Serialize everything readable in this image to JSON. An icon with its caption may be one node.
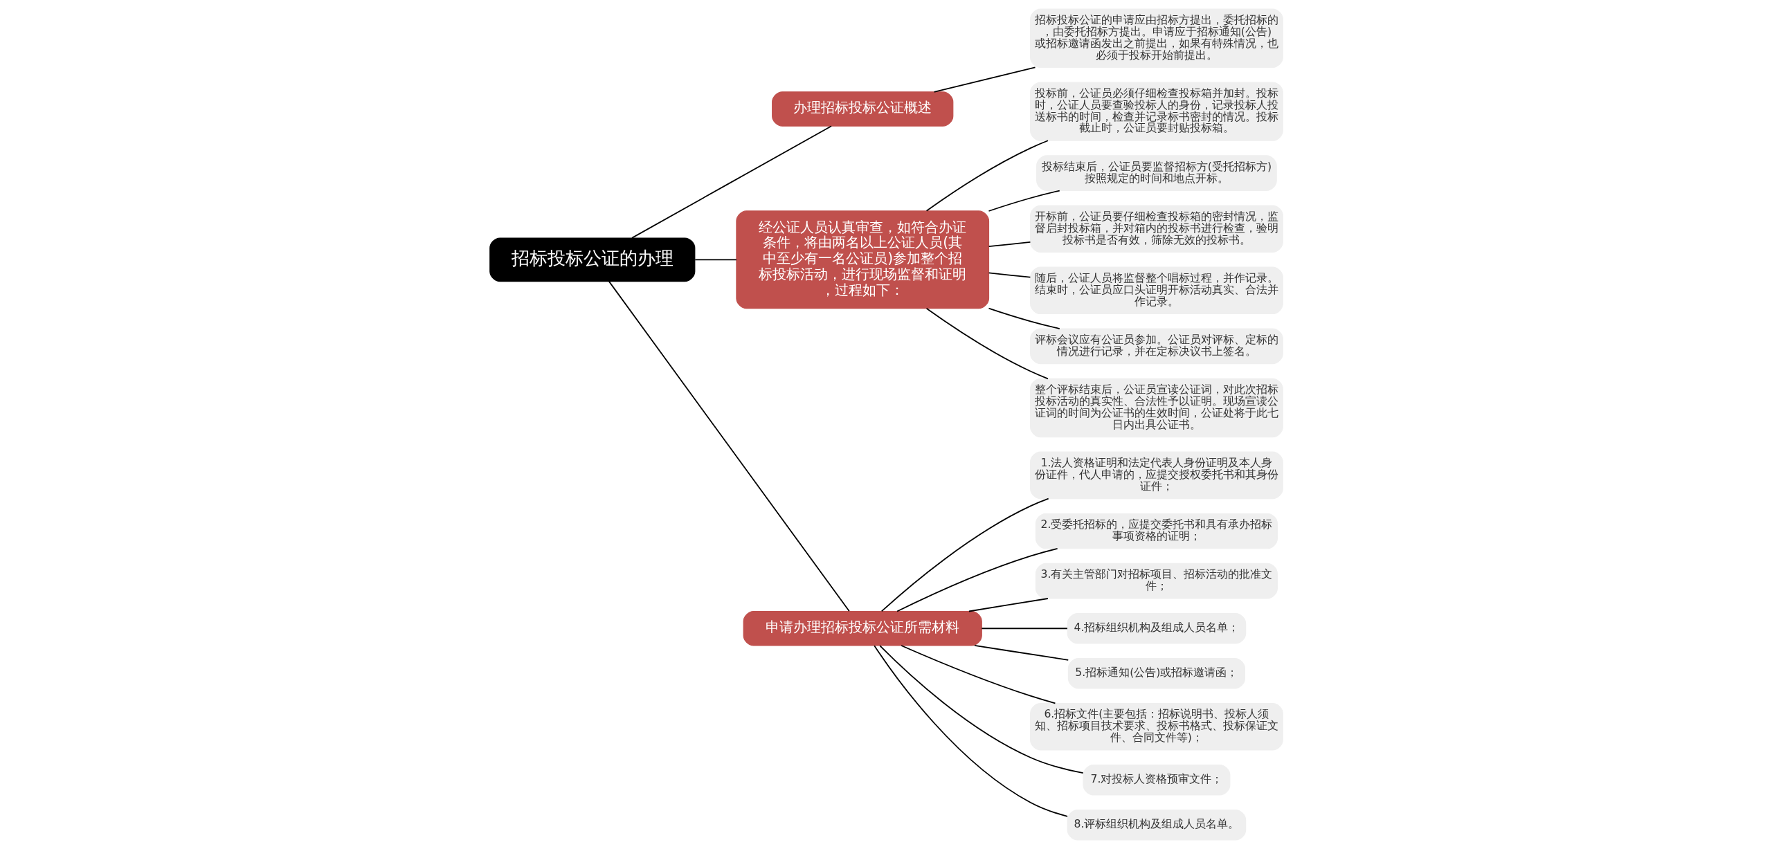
{
  "diagram": {
    "nodes": [
      {
        "text": [
          "招标投标公证的办理"
        ]
      },
      {
        "text": [
          "办理招标投标公证概述"
        ]
      },
      {
        "text": [
          "招标投标公证的申请应由招标方提出，委托招标的，由委托招标方提出。申请应于招标通知(公告)或招标邀请函发出之前提出，如果有特殊情况，也必须于投标开始前提出。"
        ]
      },
      {
        "text": [
          "经公证人员认真审查，如符合办证条件，将由两名以上公证人员(其中至少有一名公证员)参加整个招标投标活动，进行现场监督和证明，过程如下："
        ]
      },
      {
        "text": [
          "投标前，公证员必须仔细检查投标箱并加封。投标时，公证人员要查验投标人的身份，记录投标人投送标书的时间，检查并记录标书密封的情况。投标截止时，公证员要封贴投标箱。"
        ]
      },
      {
        "text": [
          "投标结束后，公证员要监督招标方(受托招标方)按照规定的时间和地点开标。"
        ]
      },
      {
        "text": [
          "开标前，公证员要仔细检查投标箱的密封情况，监督启封投标箱，并对箱内的投标书进行检查，验明投标书是否有效，筛除无效的投标书。"
        ]
      },
      {
        "text": [
          "随后，公证人员将监督整个唱标过程，并作记录。结束时，公证员应口头证明开标活动真实、合法并作记录。"
        ]
      },
      {
        "text": [
          "评标会议应有公证员参加。公证员对评标、定标的情况进行记录，并在定标决议书上签名。"
        ]
      },
      {
        "text": [
          "整个评标结束后，公证员宣读公证词，对此次招标投标活动的真实性、合法性予以证明。现场宣读公证词的时间为公证书的生效时间，公证处将于此七日内出具公证书。"
        ]
      },
      {
        "text": [
          "申请办理招标投标公证所需材料"
        ]
      },
      {
        "text": [
          "1.法人资格证明和法定代表人身份证明及本人身份证件，代人申请的，应提交授权委托书和其身份证件；"
        ]
      },
      {
        "text": [
          "2.受委托招标的，应提交委托书和具有承办招标事项资格的证明；"
        ]
      },
      {
        "text": [
          "3.有关主管部门对招标项目、招标活动的批准文件；"
        ]
      },
      {
        "text": [
          "4.招标组织机构及组成人员名单；"
        ]
      },
      {
        "text": [
          "5.招标通知(公告)或招标邀请函；"
        ]
      },
      {
        "text": [
          "6.招标文件(主要包括：招标说明书、投标人须知、招标项目技术要求、投标书格式、投标保证文件、合同文件等)；"
        ]
      },
      {
        "text": [
          "7.对投标人资格预审文件；"
        ]
      },
      {
        "text": [
          "8.评标组织机构及组成人员名单。"
        ]
      }
    ],
    "edges": [
      {
        "from": 0,
        "to": 1,
        "arrow": "none"
      },
      {
        "from": 1,
        "to": 2,
        "arrow": "none"
      },
      {
        "from": 0,
        "to": 3,
        "arrow": "none"
      },
      {
        "from": 3,
        "to": 4,
        "arrow": "none"
      },
      {
        "from": 3,
        "to": 5,
        "arrow": "none"
      },
      {
        "from": 3,
        "to": 6,
        "arrow": "none"
      },
      {
        "from": 3,
        "to": 7,
        "arrow": "none"
      },
      {
        "from": 3,
        "to": 8,
        "arrow": "none"
      },
      {
        "from": 3,
        "to": 9,
        "arrow": "none"
      },
      {
        "from": 0,
        "to": 10,
        "arrow": "none"
      },
      {
        "from": 10,
        "to": 11,
        "arrow": "none"
      },
      {
        "from": 10,
        "to": 12,
        "arrow": "none"
      },
      {
        "from": 10,
        "to": 13,
        "arrow": "none"
      },
      {
        "from": 10,
        "to": 14,
        "arrow": "none"
      },
      {
        "from": 10,
        "to": 15,
        "arrow": "none"
      },
      {
        "from": 10,
        "to": 16,
        "arrow": "none"
      },
      {
        "from": 10,
        "to": 17,
        "arrow": "none"
      },
      {
        "from": 10,
        "to": 18,
        "arrow": "none"
      }
    ]
  }
}
